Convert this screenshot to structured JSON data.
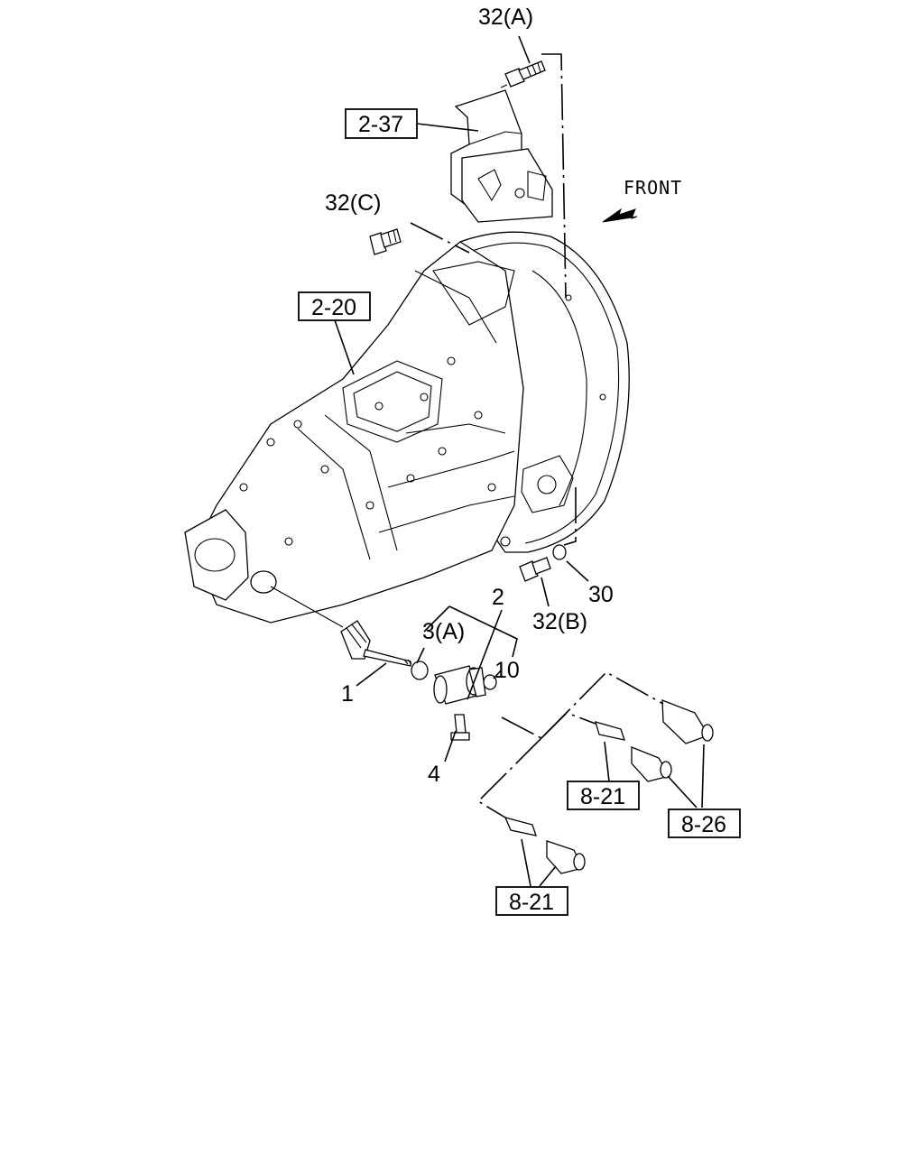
{
  "labels": {
    "bolt_a": "32(A)",
    "bolt_c": "32(C)",
    "bolt_b": "32(B)",
    "item_1": "1",
    "item_2": "2",
    "item_3a": "3(A)",
    "item_4": "4",
    "item_10": "10",
    "item_30": "30",
    "front": "FRONT"
  },
  "refs": {
    "bracket": "2-37",
    "case": "2-20",
    "sensor_upper": "8-21",
    "sensor_right": "8-26",
    "sensor_lower": "8-21"
  }
}
